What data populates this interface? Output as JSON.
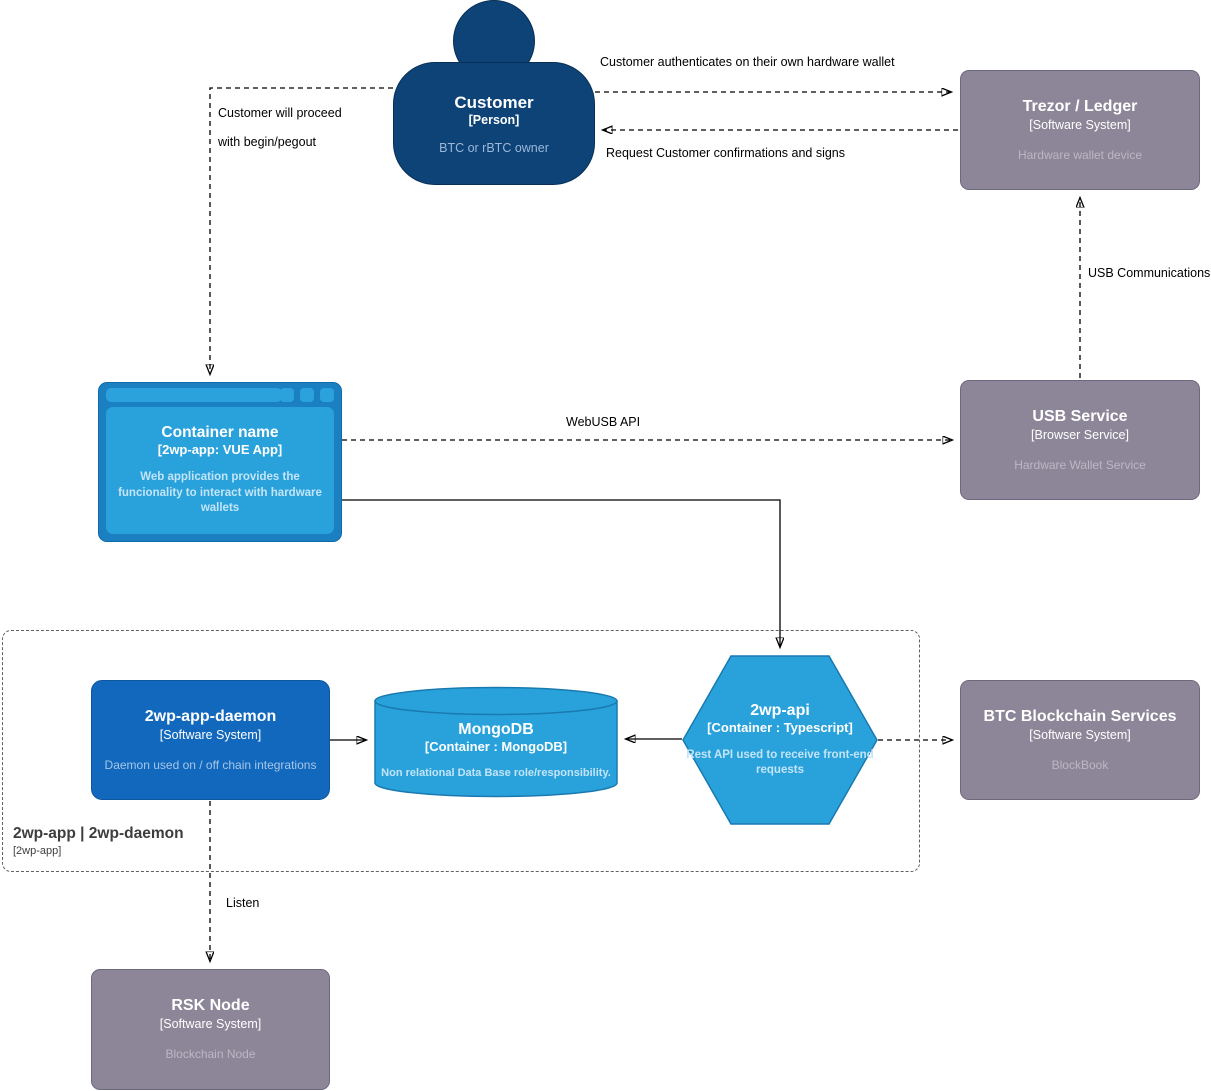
{
  "diagram": {
    "nodes": {
      "customer": {
        "title": "Customer",
        "subtitle": "[Person]",
        "description": "BTC or rBTC owner"
      },
      "trezor": {
        "title": "Trezor / Ledger",
        "subtitle": "[Software System]",
        "description": "Hardware wallet device"
      },
      "webapp": {
        "title": "Container name",
        "subtitle": "[2wp-app: VUE App]",
        "description": "Web application provides the funcionality to interact with hardware wallets"
      },
      "usb_service": {
        "title": "USB Service",
        "subtitle": "[Browser Service]",
        "description": "Hardware Wallet Service"
      },
      "daemon": {
        "title": "2wp-app-daemon",
        "subtitle": "[Software System]",
        "description": "Daemon used on / off chain integrations"
      },
      "mongodb": {
        "title": "MongoDB",
        "subtitle": "[Container : MongoDB]",
        "description": "Non relational Data Base role/responsibility."
      },
      "api": {
        "title": "2wp-api",
        "subtitle": "[Container : Typescript]",
        "description": "Rest API used to receive front-end requests"
      },
      "btc": {
        "title": "BTC Blockchain Services",
        "subtitle": "[Software System]",
        "description": "BlockBook"
      },
      "rsk": {
        "title": "RSK Node",
        "subtitle": "[Software System]",
        "description": "Blockchain Node"
      }
    },
    "boundary": {
      "title": "2wp-app | 2wp-daemon",
      "subtitle": "[2wp-app]"
    },
    "edges": {
      "auth": {
        "label": "Customer authenticates on their own hardware wallet"
      },
      "confirm": {
        "label": "Request Customer confirmations and signs"
      },
      "proceed": {
        "label_line1": "Customer will proceed",
        "label_line2": "with begin/pegout"
      },
      "usb_comm": {
        "label": "USB Communications"
      },
      "webusb": {
        "label": "WebUSB API"
      },
      "listen": {
        "label": "Listen"
      }
    },
    "colors": {
      "person": "#0d4377",
      "system_blue": "#1168bd",
      "container_blue": "#29a2dc",
      "container_border": "#1a7ab0",
      "browser_frame": "#1a80c2",
      "browser_accent": "#2ba2dc",
      "external_gray": "#8c8698",
      "external_border": "#6e687e"
    }
  }
}
